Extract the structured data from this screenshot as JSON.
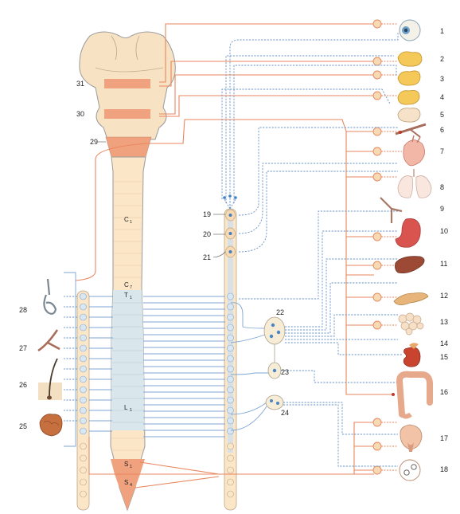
{
  "labels": {
    "n1": "1",
    "n2": "2",
    "n3": "3",
    "n4": "4",
    "n5": "5",
    "n6": "6",
    "n7": "7",
    "n8": "8",
    "n9": "9",
    "n10": "10",
    "n11": "11",
    "n12": "12",
    "n13": "13",
    "n14": "14",
    "n15": "15",
    "n16": "16",
    "n17": "17",
    "n18": "18",
    "n19": "19",
    "n20": "20",
    "n21": "21",
    "n22": "22",
    "n23": "23",
    "n24": "24",
    "n25": "25",
    "n26": "26",
    "n27": "27",
    "n28": "28",
    "n29": "29",
    "n30": "30",
    "n31": "31"
  },
  "segments": {
    "c1": "C",
    "c1_sub": "1",
    "c7": "C",
    "c7_sub": "7",
    "t1": "T",
    "t1_sub": "1",
    "l1": "L",
    "l1_sub": "1",
    "s1": "S",
    "s1_sub": "1",
    "s4": "S",
    "s4_sub": "4"
  },
  "colors": {
    "parasympathetic": "#e8875f",
    "sympathetic": "#6a94c7",
    "spinal_cord_light": "#fbe6c8",
    "spinal_cord_thoracic": "#d9e6ec",
    "brainstem": "#f7e3c4",
    "sacral": "#f0a27f"
  }
}
